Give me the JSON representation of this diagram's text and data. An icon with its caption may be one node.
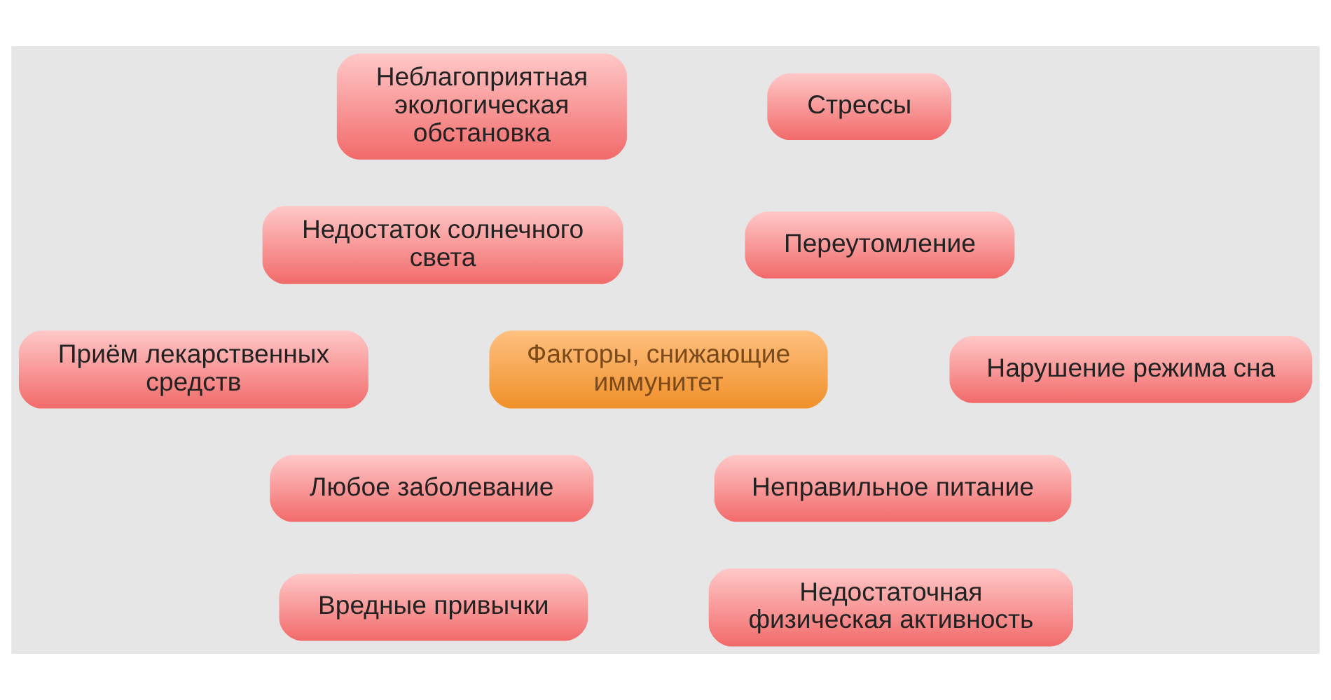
{
  "diagram": {
    "nodes": [
      {
        "text": [
          "Неблагоприятная экологическая обстановка"
        ]
      },
      {
        "text": [
          "Стрессы"
        ]
      },
      {
        "text": [
          "Недостаток солнечного света"
        ]
      },
      {
        "text": [
          "Переутомление"
        ]
      },
      {
        "text": [
          "Приём лекарственных средств"
        ]
      },
      {
        "text": [
          "Факторы, снижающие иммунитет"
        ]
      },
      {
        "text": [
          "Нарушение режима сна"
        ]
      },
      {
        "text": [
          "Любое заболевание"
        ]
      },
      {
        "text": [
          "Неправильное питание"
        ]
      },
      {
        "text": [
          "Вредные привычки"
        ]
      },
      {
        "text": [
          "Недостаточная физическая активность"
        ]
      }
    ],
    "edges": []
  }
}
